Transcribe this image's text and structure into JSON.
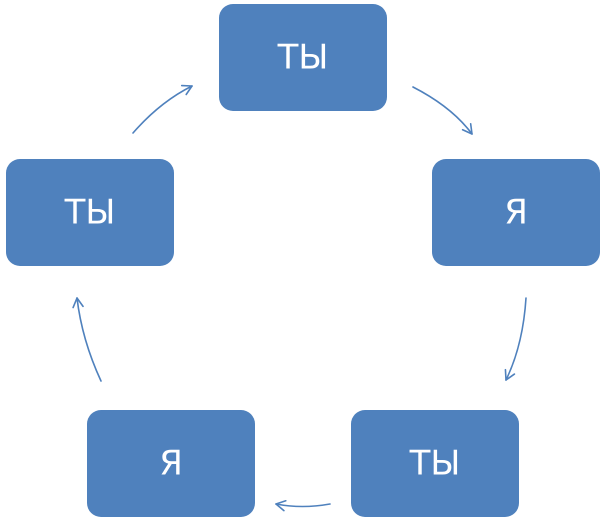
{
  "diagram": {
    "colors": {
      "node_fill": "#4f81bd",
      "text": "#ffffff",
      "arrow": "#4f81bd"
    },
    "nodes": [
      {
        "id": "node-top",
        "label": "ТЫ"
      },
      {
        "id": "node-right",
        "label": "Я"
      },
      {
        "id": "node-bottom-right",
        "label": "ТЫ"
      },
      {
        "id": "node-bottom-left",
        "label": "Я"
      },
      {
        "id": "node-left",
        "label": "ТЫ"
      }
    ],
    "edges": [
      {
        "from": "node-top",
        "to": "node-right"
      },
      {
        "from": "node-right",
        "to": "node-bottom-right"
      },
      {
        "from": "node-bottom-right",
        "to": "node-bottom-left"
      },
      {
        "from": "node-bottom-left",
        "to": "node-left"
      },
      {
        "from": "node-left",
        "to": "node-top"
      }
    ]
  }
}
